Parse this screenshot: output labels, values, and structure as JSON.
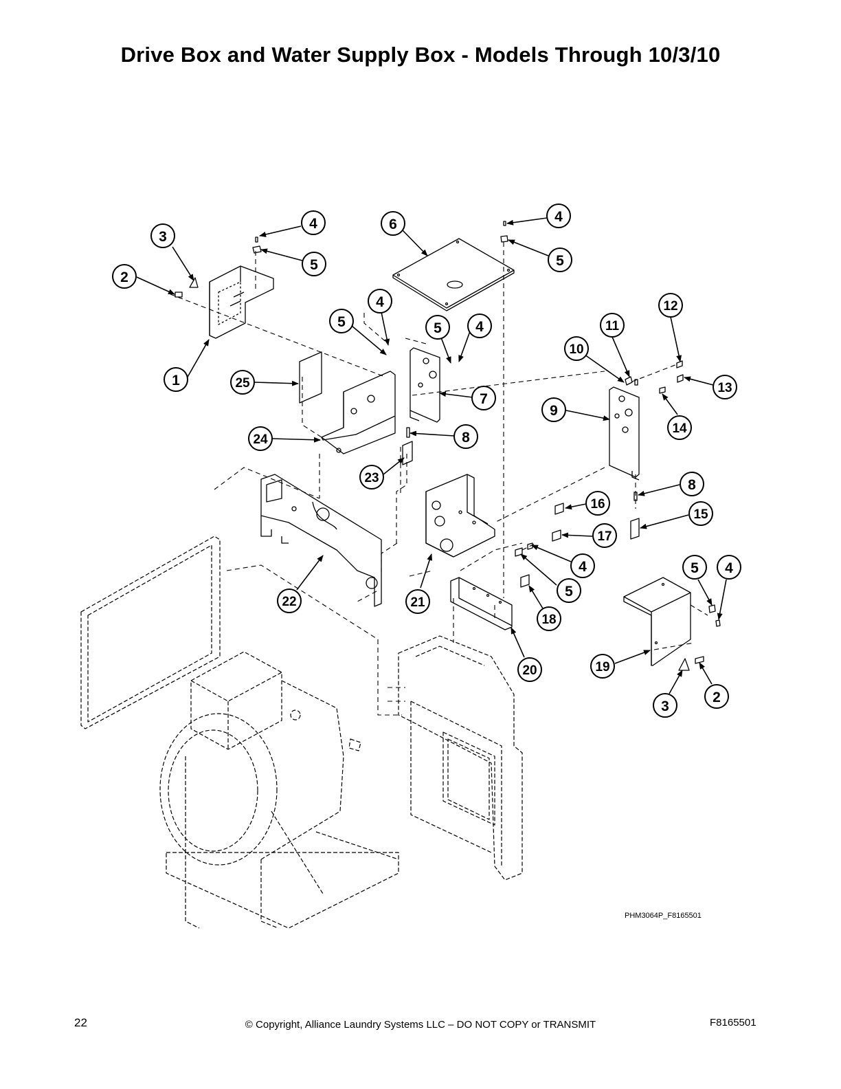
{
  "page": {
    "title": "Drive Box and Water Supply Box - Models Through 10/3/10",
    "page_number": "22",
    "copyright": "© Copyright, Alliance Laundry Systems LLC – DO NOT COPY or TRANSMIT",
    "doc_code": "F8165501"
  },
  "diagram": {
    "figure_code": "PHM3064P_F8165501",
    "callouts": [
      {
        "id": "c1",
        "label": "1"
      },
      {
        "id": "c2a",
        "label": "2"
      },
      {
        "id": "c3a",
        "label": "3"
      },
      {
        "id": "c4a",
        "label": "4"
      },
      {
        "id": "c5a",
        "label": "5"
      },
      {
        "id": "c6",
        "label": "6"
      },
      {
        "id": "c4b",
        "label": "4"
      },
      {
        "id": "c5b",
        "label": "5"
      },
      {
        "id": "c4c",
        "label": "4"
      },
      {
        "id": "c5c",
        "label": "5"
      },
      {
        "id": "c5d",
        "label": "5"
      },
      {
        "id": "c4d",
        "label": "4"
      },
      {
        "id": "c7",
        "label": "7"
      },
      {
        "id": "c8a",
        "label": "8"
      },
      {
        "id": "c25",
        "label": "25"
      },
      {
        "id": "c24",
        "label": "24"
      },
      {
        "id": "c23",
        "label": "23"
      },
      {
        "id": "c12",
        "label": "12"
      },
      {
        "id": "c11",
        "label": "11"
      },
      {
        "id": "c10",
        "label": "10"
      },
      {
        "id": "c13",
        "label": "13"
      },
      {
        "id": "c9",
        "label": "9"
      },
      {
        "id": "c14",
        "label": "14"
      },
      {
        "id": "c8b",
        "label": "8"
      },
      {
        "id": "c15",
        "label": "15"
      },
      {
        "id": "c16",
        "label": "16"
      },
      {
        "id": "c17",
        "label": "17"
      },
      {
        "id": "c4e",
        "label": "4"
      },
      {
        "id": "c5e",
        "label": "5"
      },
      {
        "id": "c18",
        "label": "18"
      },
      {
        "id": "c20",
        "label": "20"
      },
      {
        "id": "c21",
        "label": "21"
      },
      {
        "id": "c22",
        "label": "22"
      },
      {
        "id": "c5f",
        "label": "5"
      },
      {
        "id": "c4f",
        "label": "4"
      },
      {
        "id": "c19",
        "label": "19"
      },
      {
        "id": "c3b",
        "label": "3"
      },
      {
        "id": "c2b",
        "label": "2"
      }
    ]
  }
}
